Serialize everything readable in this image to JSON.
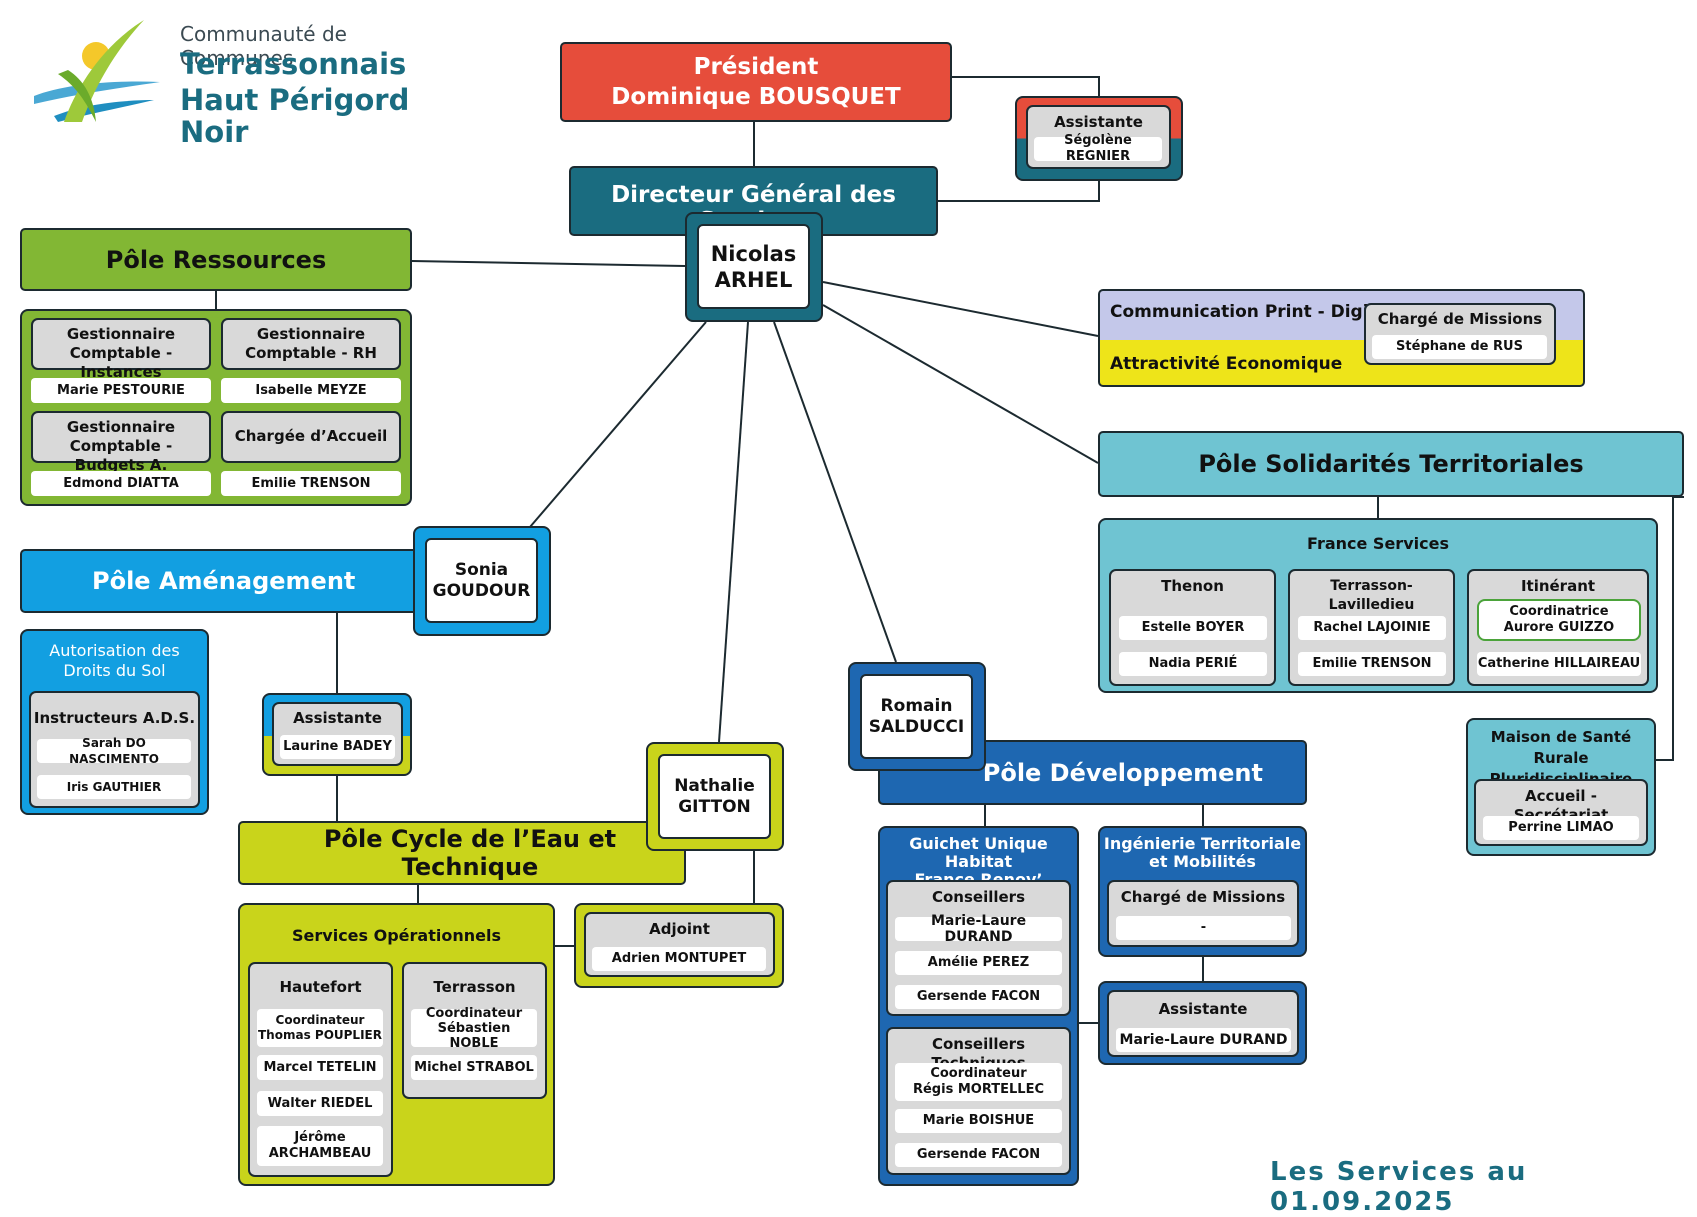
{
  "header": {
    "org_top": "Communauté de Communes",
    "org_name1": "Terrassonnais",
    "org_name2": "Haut Périgord Noir"
  },
  "footer": {
    "caption": "Les Services au 01.09.2025"
  },
  "colors": {
    "president": "#e64d3b",
    "dgs": "#1a6c80",
    "ressources": "#82b734",
    "amenagement": "#129fe1",
    "eau": "#c9d41b",
    "developpement": "#1e67b1",
    "solidarites": "#6fc4d2",
    "communication": "#c4c8ea",
    "attractivite": "#eee419"
  },
  "president": {
    "title": "Président",
    "name": "Dominique BOUSQUET"
  },
  "assistante_pres": {
    "role": "Assistante",
    "name": "Ségolène REGNIER"
  },
  "dgs": {
    "title": "Directeur Général des Services",
    "name": "Nicolas\nARHEL"
  },
  "ressources": {
    "title": "Pôle Ressources",
    "roles": [
      {
        "role": "Gestionnaire\nComptable - Instances",
        "name": "Marie PESTOURIE"
      },
      {
        "role": "Gestionnaire\nComptable - RH",
        "name": "Isabelle MEYZE"
      },
      {
        "role": "Gestionnaire\nComptable - Budgets A.",
        "name": "Edmond DIATTA"
      },
      {
        "role": "Chargée d’Accueil",
        "name": "Emilie TRENSON"
      }
    ]
  },
  "communication": {
    "title1": "Communication Print - Digital",
    "title2": "Attractivité Economique",
    "role": "Chargé de Missions",
    "name": "Stéphane de RUS"
  },
  "amenagement": {
    "title": "Pôle Aménagement",
    "head": "Sonia\nGOUDOUR",
    "ads_title": "Autorisation des\nDroits du Sol",
    "ads_role": "Instructeurs A.D.S.",
    "ads_names": [
      "Sarah DO NASCIMENTO",
      "Iris GAUTHIER"
    ],
    "assistante_role": "Assistante",
    "assistante_name": "Laurine BADEY"
  },
  "eau": {
    "title": "Pôle Cycle de l’Eau et Technique",
    "head": "Nathalie\nGITTON",
    "adjoint_role": "Adjoint",
    "adjoint_name": "Adrien MONTUPET",
    "services_title": "Services Opérationnels",
    "hautefort": {
      "title": "Hautefort",
      "names": [
        "Coordinateur\nThomas POUPLIER",
        "Marcel TETELIN",
        "Walter RIEDEL",
        "Jérôme\nARCHAMBEAU"
      ]
    },
    "terrasson": {
      "title": "Terrasson",
      "names": [
        "Coordinateur\nSébastien NOBLE",
        "Michel STRABOL"
      ]
    }
  },
  "developpement": {
    "title": "Pôle Développement",
    "head": "Romain\nSALDUCCI",
    "guichet_title": "Guichet Unique Habitat\nFrance Renov’",
    "conseillers_role": "Conseillers",
    "conseillers": [
      "Marie-Laure DURAND",
      "Amélie PEREZ",
      "Gersende FACON"
    ],
    "techniques_role": "Conseillers Techniques",
    "techniques": [
      "Coordinateur\nRégis MORTELLEC",
      "Marie BOISHUE",
      "Gersende FACON"
    ],
    "ingenierie_title": "Ingénierie Territoriale\net Mobilités",
    "missions_role": "Chargé de Missions",
    "missions_name": "-",
    "assistante_role": "Assistante",
    "assistante_name": "Marie-Laure DURAND"
  },
  "solidarites": {
    "title": "Pôle Solidarités Territoriales",
    "fs_title": "France Services",
    "thenon": {
      "title": "Thenon",
      "names": [
        "Estelle BOYER",
        "Nadia PERIÉ"
      ]
    },
    "terrasson": {
      "title": "Terrasson-Lavilledieu",
      "names": [
        "Rachel LAJOINIE",
        "Emilie TRENSON"
      ]
    },
    "itinerant": {
      "title": "Itinérant",
      "coord": "Coordinatrice\nAurore GUIZZO",
      "name": "Catherine HILLAIREAU"
    },
    "maison_title": "Maison de Santé Rurale\nPluridisciplinaire",
    "accueil_role": "Accueil - Secrétariat",
    "accueil_name": "Perrine LIMAO"
  }
}
